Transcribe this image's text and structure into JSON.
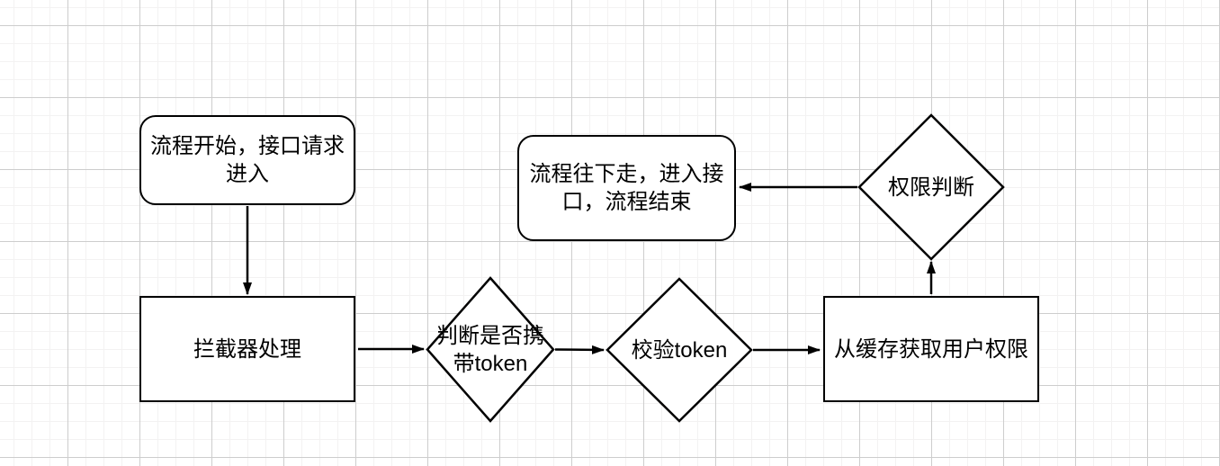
{
  "app": {
    "type": "flowchart-canvas"
  },
  "canvas": {
    "background": "#ffffff",
    "grid_minor_color": "#f3f2f2",
    "grid_major_color": "#cdcdcd",
    "shape_fill": "#ffffff",
    "shape_stroke": "#000000",
    "text_color": "#000000"
  },
  "nodes": {
    "start": {
      "shape": "rounded-rectangle",
      "label": "流程开始，接口请求进入",
      "lines": [
        "流程开始，接口请求",
        "进入"
      ]
    },
    "interceptor": {
      "shape": "rectangle",
      "label": "拦截器处理",
      "lines": [
        "拦截器处理"
      ]
    },
    "check_token": {
      "shape": "diamond",
      "label": "判断是否携带token",
      "lines": [
        "判断是否携",
        "带token"
      ]
    },
    "verify_token": {
      "shape": "diamond",
      "label": "校验token",
      "lines": [
        "校验token"
      ]
    },
    "get_permission": {
      "shape": "rectangle",
      "label": "从缓存获取用户权限",
      "lines": [
        "从缓存获取用户权限"
      ]
    },
    "permission_judge": {
      "shape": "diamond",
      "label": "权限判断",
      "lines": [
        "权限判断"
      ]
    },
    "end": {
      "shape": "rounded-rectangle",
      "label": "流程往下走，进入接口，流程结束",
      "lines": [
        "流程往下走，进入接",
        "口，流程结束"
      ]
    }
  },
  "edges": [
    {
      "from": "start",
      "to": "interceptor",
      "direction": "down",
      "style": "solid-arrow"
    },
    {
      "from": "interceptor",
      "to": "check_token",
      "direction": "right",
      "style": "solid-arrow"
    },
    {
      "from": "check_token",
      "to": "verify_token",
      "direction": "right",
      "style": "solid-arrow"
    },
    {
      "from": "verify_token",
      "to": "get_permission",
      "direction": "right",
      "style": "solid-arrow"
    },
    {
      "from": "get_permission",
      "to": "permission_judge",
      "direction": "up",
      "style": "solid-arrow"
    },
    {
      "from": "permission_judge",
      "to": "end",
      "direction": "left",
      "style": "solid-arrow"
    }
  ]
}
